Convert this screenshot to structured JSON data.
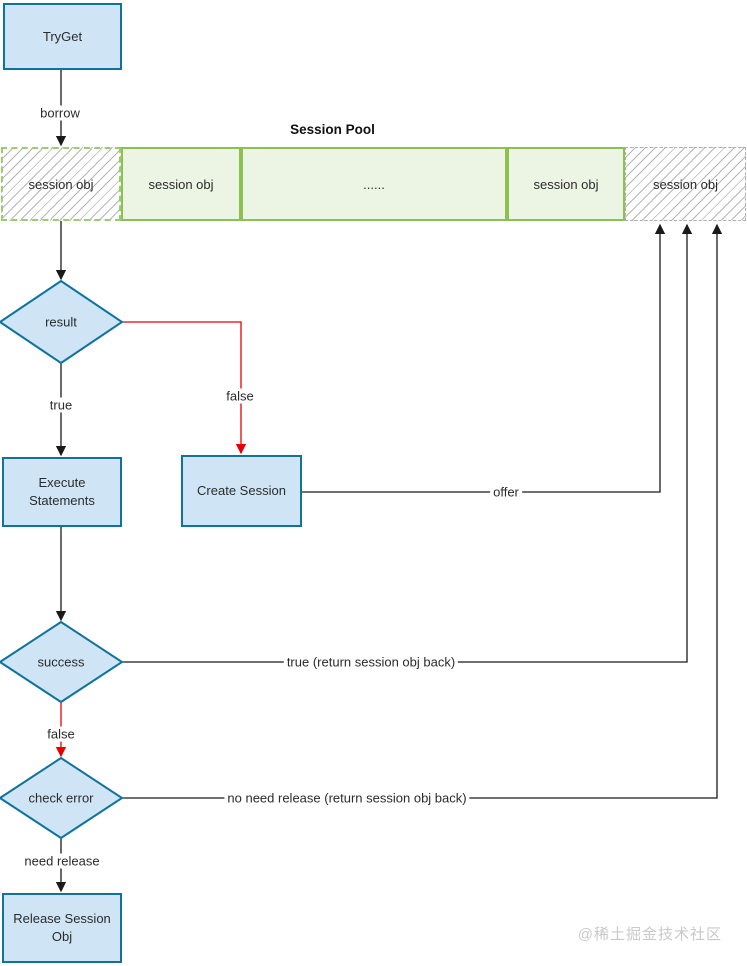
{
  "pool": {
    "title": "Session Pool",
    "cells": [
      {
        "label": "session obj",
        "style": "hatched-green-dashed"
      },
      {
        "label": "session obj",
        "style": "green"
      },
      {
        "label": "......",
        "style": "green"
      },
      {
        "label": "session obj",
        "style": "green"
      },
      {
        "label": "session obj",
        "style": "hatched-gray-dashed"
      }
    ]
  },
  "nodes": {
    "tryget": {
      "label": "TryGet",
      "type": "process"
    },
    "result": {
      "label": "result",
      "type": "decision"
    },
    "execute": {
      "label": "Execute Statements",
      "type": "process"
    },
    "create": {
      "label": "Create Session",
      "type": "process"
    },
    "success": {
      "label": "success",
      "type": "decision"
    },
    "check_error": {
      "label": "check error",
      "type": "decision"
    },
    "release": {
      "label": "Release Session Obj",
      "type": "process"
    }
  },
  "edge_labels": {
    "borrow": "borrow",
    "result_true": "true",
    "result_false": "false",
    "offer": "offer",
    "success_true": "true (return session obj back)",
    "success_false": "false",
    "no_need_release": "no need release (return session obj back)",
    "need_release": "need release"
  },
  "watermark": "@稀土掘金技术社区",
  "colors": {
    "node_fill": "#cfe5f5",
    "node_border": "#10739e",
    "pool_fill": "#ecf4e3",
    "pool_border": "#8cc152",
    "hatch_line": "#b5b5b5",
    "line": "#1a1a1a",
    "red_line": "#e60000",
    "watermark": "#c9c9c9"
  }
}
